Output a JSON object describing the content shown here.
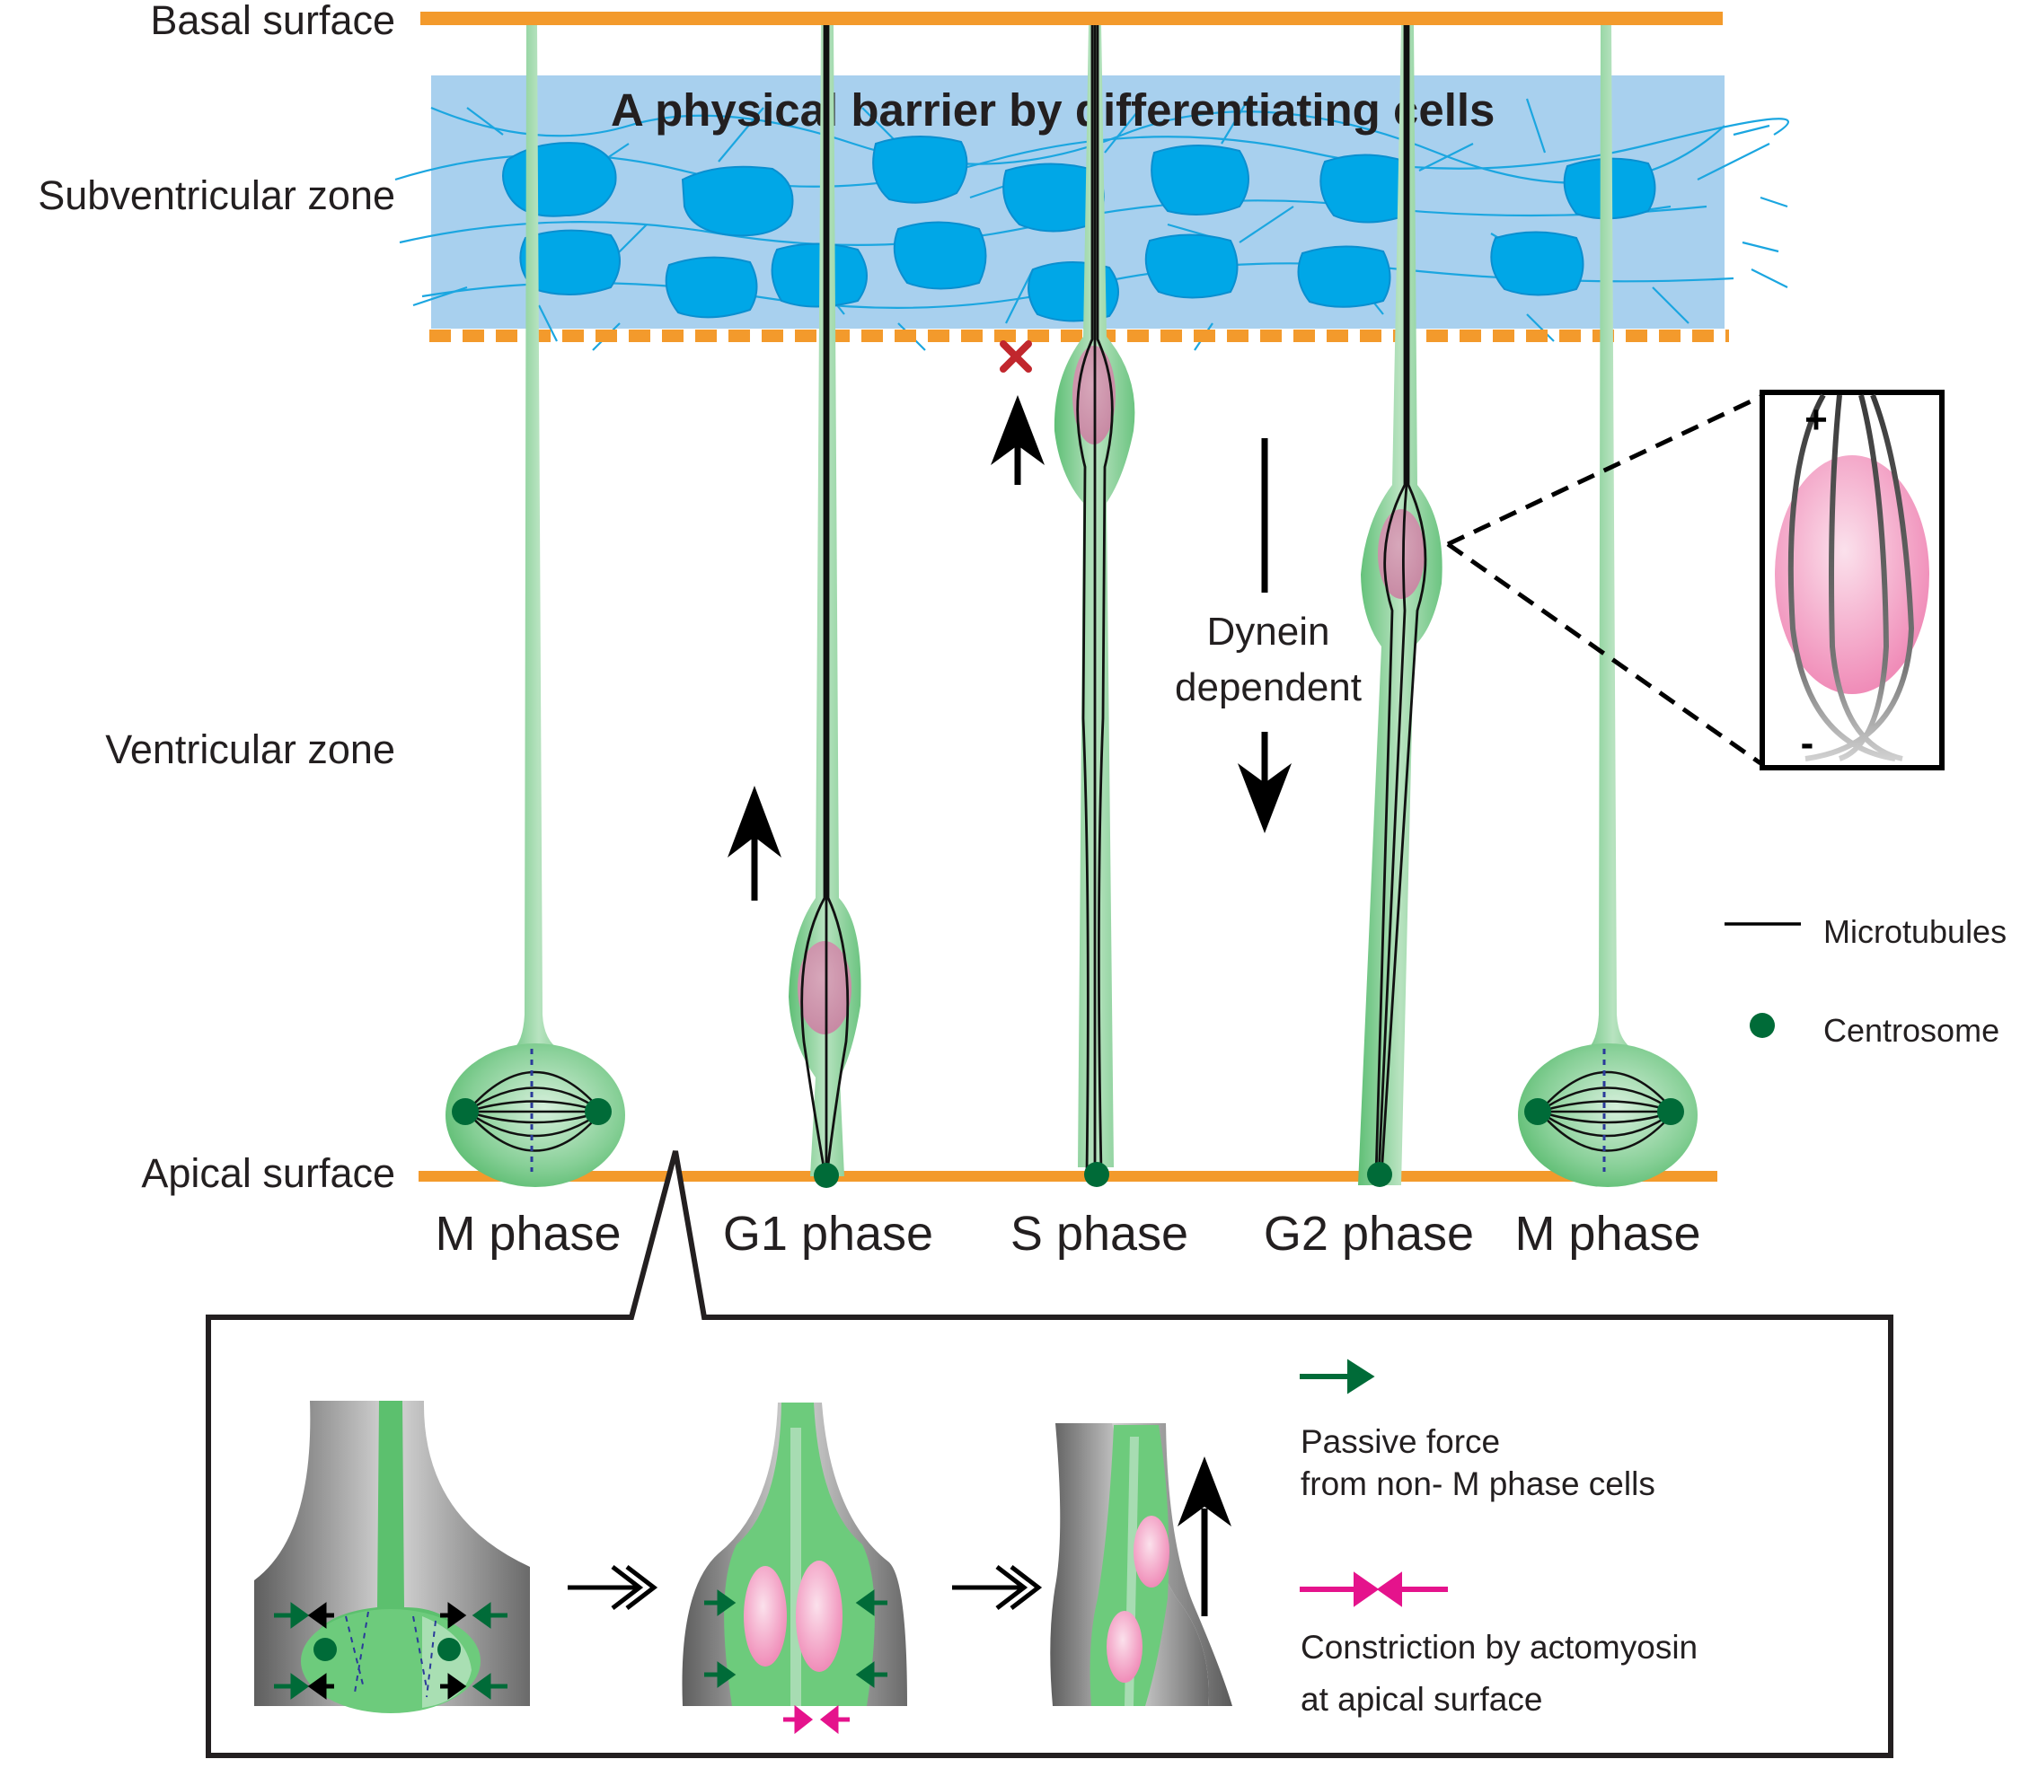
{
  "zones": {
    "basal": "Basal surface",
    "svz": "Subventricular zone",
    "vz": "Ventricular zone",
    "apical": "Apical surface"
  },
  "barrier_title": "A physical barrier by differentiating cells",
  "phases": [
    "M phase",
    "G1 phase",
    "S phase",
    "G2 phase",
    "M phase"
  ],
  "dynein": {
    "line1": "Dynein",
    "line2": "dependent"
  },
  "zoom_signs": {
    "plus": "+",
    "minus": "-"
  },
  "legend": {
    "microtubules": "Microtubules",
    "centrosome": "Centrosome"
  },
  "inset_legend": {
    "passive_line1": "Passive force",
    "passive_line2": "from non- M phase cells",
    "constriction_line1": "Constriction by actomyosin",
    "constriction_line2": "at apical surface"
  },
  "colors": {
    "surface_orange": "#f39a2c",
    "barrier_blue": "#a8d0ee",
    "cell_blue": "#00a7e7",
    "cell_green": "#8cd29a",
    "nucleus_pink": "#f2a9c6",
    "centrosome_green": "#006b38",
    "blocked_red": "#c1272d",
    "constriction_magenta": "#e5138c"
  }
}
